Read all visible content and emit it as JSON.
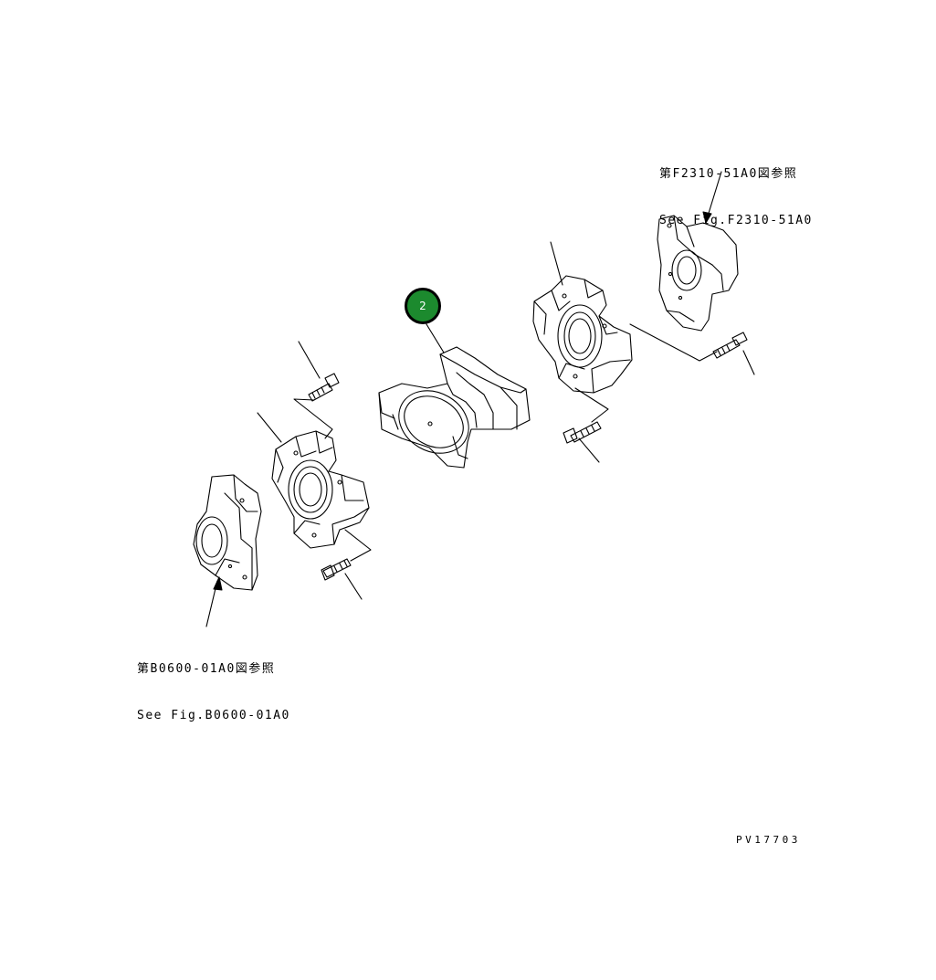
{
  "references": {
    "top_jp": "第F2310-51A0図参照",
    "top_en": "See Fig.F2310-51A0",
    "bottom_jp": "第B0600-01A0図参照",
    "bottom_en": "See Fig.B0600-01A0"
  },
  "callouts": [
    {
      "number": "2",
      "color": "#1c8a2e"
    }
  ],
  "drawing_number": "PV17703"
}
